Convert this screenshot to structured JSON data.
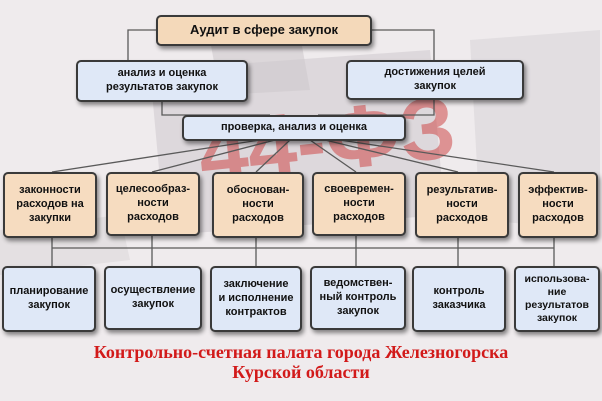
{
  "title": "Аудит в сфере закупок",
  "level1": [
    {
      "text": "анализ и оценка\nрезультатов закупок"
    },
    {
      "text": "достижения целей\nзакупок"
    }
  ],
  "level2": {
    "text": "проверка, анализ и оценка"
  },
  "criteria": [
    {
      "text": "законности\nрасходов на\nзакупки"
    },
    {
      "text": "целесообраз-\nности\nрасходов"
    },
    {
      "text": "обоснован-\nности\nрасходов"
    },
    {
      "text": "своевремен-\nности\nрасходов"
    },
    {
      "text": "результатив-\nности\nрасходов"
    },
    {
      "text": "эффектив-\nности\nрасходов"
    }
  ],
  "stages": [
    {
      "text": "планирование\nзакупок"
    },
    {
      "text": "осуществление\nзакупок"
    },
    {
      "text": "заключение\nи исполнение\nконтрактов"
    },
    {
      "text": "ведомствен-\nный контроль\nзакупок"
    },
    {
      "text": "контроль\nзаказчика"
    },
    {
      "text": "использова-\nние\nрезультатов\nзакупок"
    }
  ],
  "watermark": "44-ФЗ",
  "footer": {
    "line1": "Контрольно-счетная палата города Железногорска",
    "line2": "Курской области"
  },
  "colors": {
    "root_fill": "#f4d9ba",
    "blue_fill": "#dfe8f7",
    "peach_fill": "#f6dcc0",
    "footer_text": "#d21a1a"
  }
}
